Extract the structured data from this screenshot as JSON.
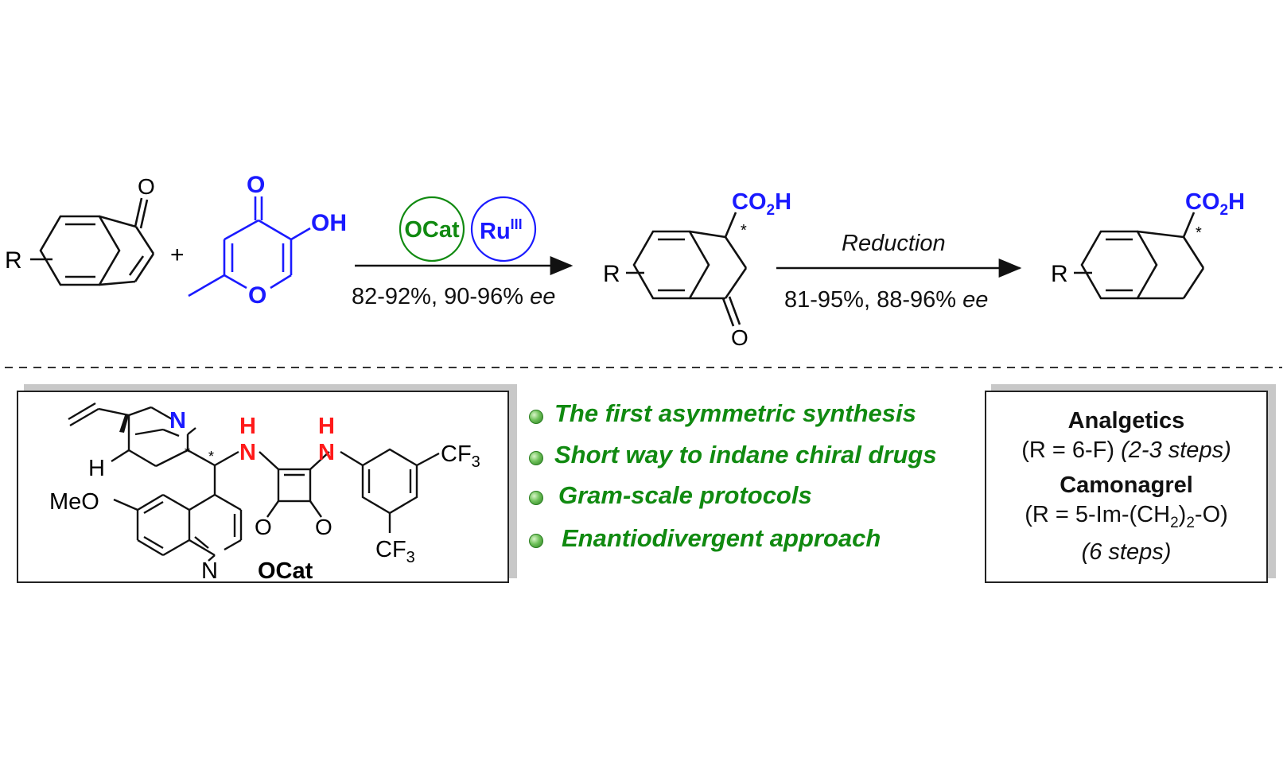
{
  "reaction": {
    "plus": "+",
    "step1": {
      "catalyst_circle": "OCat",
      "metal_circle": "Ru",
      "metal_superscript": "III",
      "yield": "82-92%, 90-96% ",
      "ee": "ee"
    },
    "step2": {
      "reagent": "Reduction",
      "yield": "81-95%, 88-96% ",
      "ee": "ee"
    },
    "atoms": {
      "R": "R",
      "O": "O",
      "OH": "OH",
      "CO2H_main": "CO",
      "CO2H_sub": "2",
      "CO2H_H": "H",
      "stereo": "*"
    }
  },
  "catalyst": {
    "name": "OCat",
    "N": "N",
    "H": "H",
    "NH": "N",
    "MeO": "MeO",
    "CF3": "CF",
    "CF3_sub": "3",
    "O": "O"
  },
  "features": [
    "The first asymmetric synthesis",
    "Short way to indane chiral drugs",
    "Gram-scale protocols",
    "Enantiodivergent approach"
  ],
  "applications": {
    "drug1_name": "Analgetics",
    "drug1_cond": "(R = 6-F) ",
    "drug1_steps": "(2-3 steps)",
    "drug2_name": "Camonagrel",
    "drug2_cond_a": "(R = 5-Im-(CH",
    "drug2_cond_sub": "2",
    "drug2_cond_b": ")",
    "drug2_cond_sub2": "2",
    "drug2_cond_c": "-O)",
    "drug2_steps": "(6 steps)"
  },
  "colors": {
    "blue": "#1a1aff",
    "green": "#118a11",
    "red": "#ff1a1a",
    "black": "#111111"
  }
}
